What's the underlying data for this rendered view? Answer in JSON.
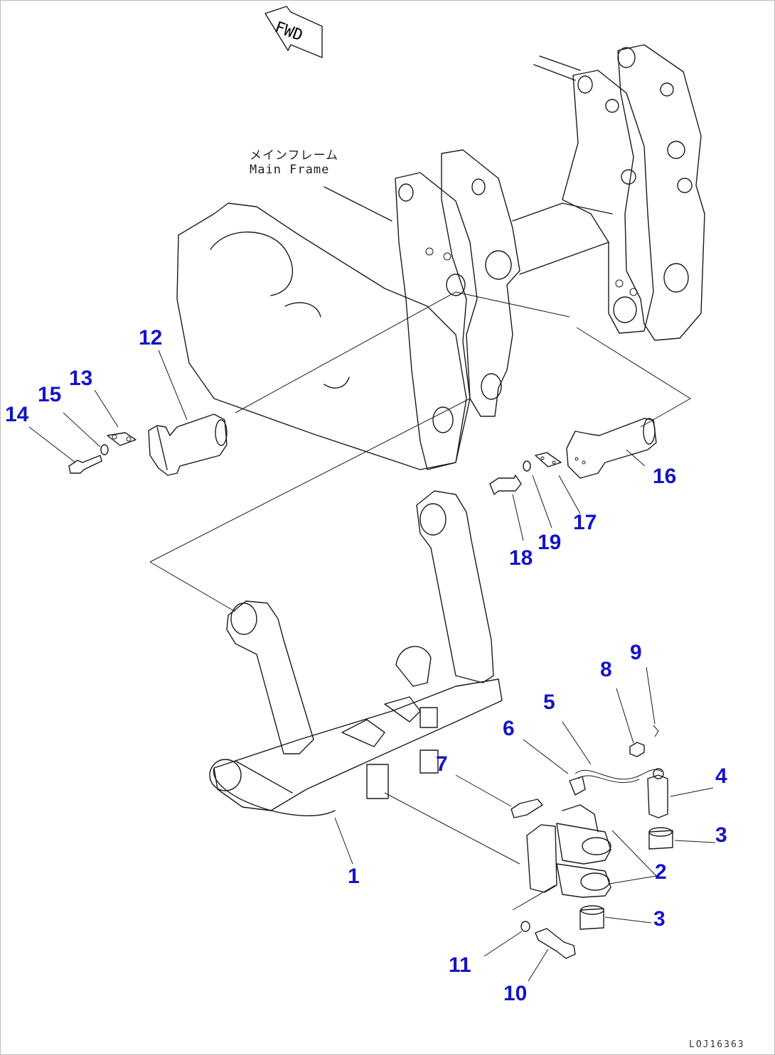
{
  "diagram": {
    "drawing_code": "LOJ16363",
    "fwd_label": "FWD",
    "main_frame_label_jp": "メインフレーム",
    "main_frame_label_en": "Main Frame",
    "callout_color": "#1414c8",
    "line_color": "#1a1a1a"
  },
  "callouts": {
    "c1": "1",
    "c2": "2",
    "c3a": "3",
    "c3b": "3",
    "c4": "4",
    "c5": "5",
    "c6": "6",
    "c7": "7",
    "c8": "8",
    "c9": "9",
    "c10": "10",
    "c11": "11",
    "c12": "12",
    "c13": "13",
    "c14": "14",
    "c15": "15",
    "c16": "16",
    "c17": "17",
    "c18": "18",
    "c19": "19"
  }
}
